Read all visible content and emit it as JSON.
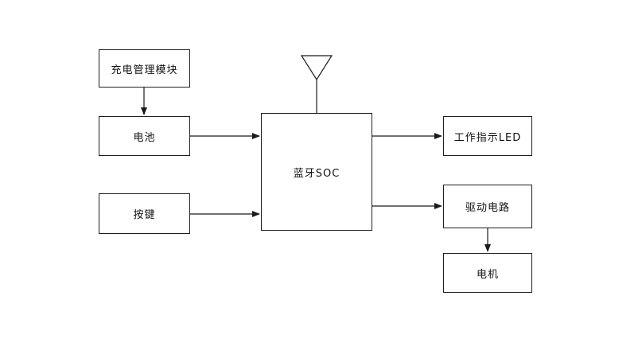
{
  "diagram": {
    "nodes": {
      "charging": {
        "label": "充电管理模块"
      },
      "battery": {
        "label": "电池"
      },
      "button": {
        "label": "按键"
      },
      "soc": {
        "label": "蓝牙SOC"
      },
      "led": {
        "label": "工作指示LED"
      },
      "driver": {
        "label": "驱动电路"
      },
      "motor": {
        "label": "电机"
      }
    },
    "edges": [
      {
        "from": "charging",
        "to": "battery",
        "direction": "down"
      },
      {
        "from": "battery",
        "to": "soc",
        "direction": "right"
      },
      {
        "from": "button",
        "to": "soc",
        "direction": "right"
      },
      {
        "from": "soc",
        "to": "led",
        "direction": "right"
      },
      {
        "from": "soc",
        "to": "driver",
        "direction": "right"
      },
      {
        "from": "driver",
        "to": "motor",
        "direction": "down"
      }
    ],
    "line_color": "#1a1a1a",
    "background_color": "#ffffff"
  }
}
